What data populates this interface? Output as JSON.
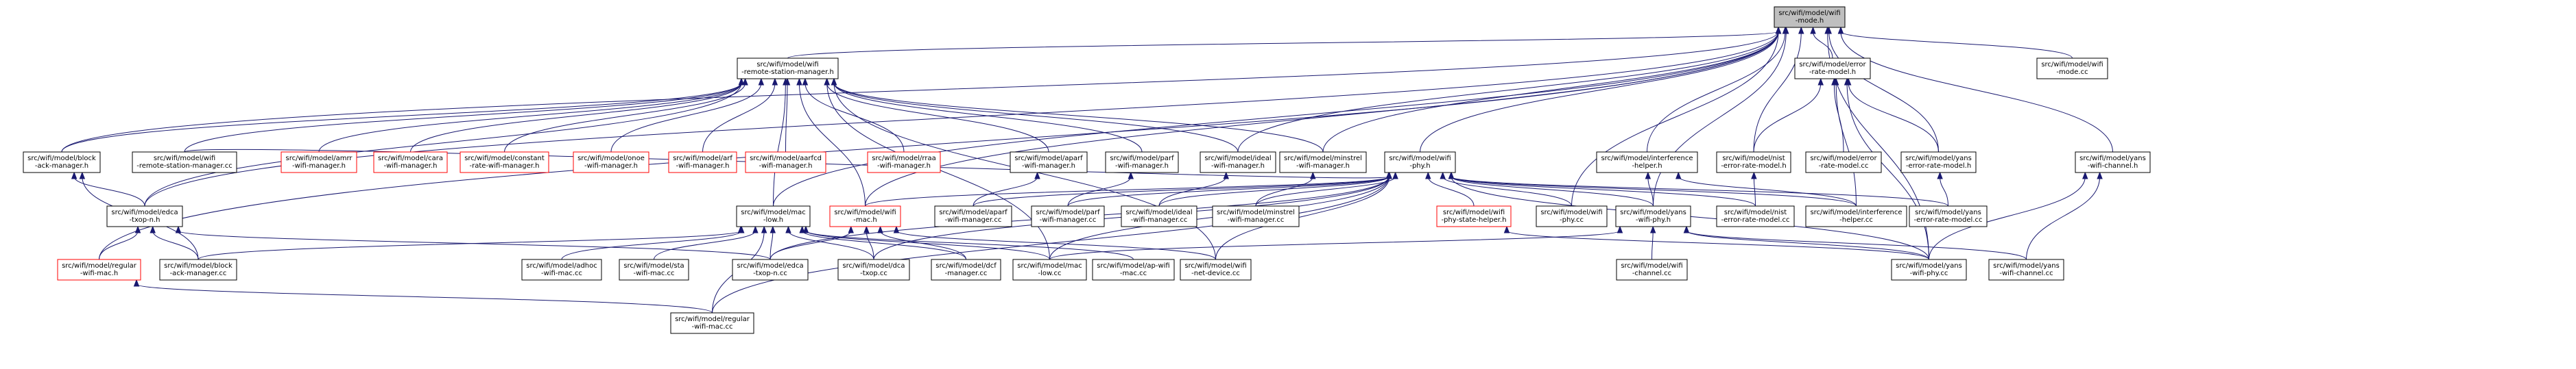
{
  "colors": {
    "edge": "#191970",
    "root_fill": "#bfbfbf",
    "border_normal": "#000000",
    "border_truncated": "#ff0000",
    "node_fill": "#ffffff"
  },
  "nodes": [
    {
      "id": "mode_h",
      "lines": [
        "src/wifi/model/wifi",
        "-mode.h"
      ],
      "root": true
    },
    {
      "id": "rsm_h",
      "lines": [
        "src/wifi/model/wifi",
        "-remote-station-manager.h"
      ]
    },
    {
      "id": "err_h",
      "lines": [
        "src/wifi/model/error",
        "-rate-model.h"
      ]
    },
    {
      "id": "mode_cc",
      "lines": [
        "src/wifi/model/wifi",
        "-mode.cc"
      ]
    },
    {
      "id": "bam_h",
      "lines": [
        "src/wifi/model/block",
        "-ack-manager.h"
      ]
    },
    {
      "id": "rsm_cc",
      "lines": [
        "src/wifi/model/wifi",
        "-remote-station-manager.cc"
      ]
    },
    {
      "id": "amrr_h",
      "lines": [
        "src/wifi/model/amrr",
        "-wifi-manager.h"
      ],
      "truncated": true
    },
    {
      "id": "cara_h",
      "lines": [
        "src/wifi/model/cara",
        "-wifi-manager.h"
      ],
      "truncated": true
    },
    {
      "id": "const_h",
      "lines": [
        "src/wifi/model/constant",
        "-rate-wifi-manager.h"
      ],
      "truncated": true
    },
    {
      "id": "onoe_h",
      "lines": [
        "src/wifi/model/onoe",
        "-wifi-manager.h"
      ],
      "truncated": true
    },
    {
      "id": "arf_h",
      "lines": [
        "src/wifi/model/arf",
        "-wifi-manager.h"
      ],
      "truncated": true
    },
    {
      "id": "aarfcd_h",
      "lines": [
        "src/wifi/model/aarfcd",
        "-wifi-manager.h"
      ],
      "truncated": true
    },
    {
      "id": "rraa_h",
      "lines": [
        "src/wifi/model/rraa",
        "-wifi-manager.h"
      ],
      "truncated": true
    },
    {
      "id": "aparf_h",
      "lines": [
        "src/wifi/model/aparf",
        "-wifi-manager.h"
      ]
    },
    {
      "id": "parf_h",
      "lines": [
        "src/wifi/model/parf",
        "-wifi-manager.h"
      ]
    },
    {
      "id": "ideal_h",
      "lines": [
        "src/wifi/model/ideal",
        "-wifi-manager.h"
      ]
    },
    {
      "id": "minstrel_h",
      "lines": [
        "src/wifi/model/minstrel",
        "-wifi-manager.h"
      ]
    },
    {
      "id": "phy_h",
      "lines": [
        "src/wifi/model/wifi",
        "-phy.h"
      ]
    },
    {
      "id": "interf_h",
      "lines": [
        "src/wifi/model/interference",
        "-helper.h"
      ]
    },
    {
      "id": "nist_h",
      "lines": [
        "src/wifi/model/nist",
        "-error-rate-model.h"
      ]
    },
    {
      "id": "err_cc",
      "lines": [
        "src/wifi/model/error",
        "-rate-model.cc"
      ]
    },
    {
      "id": "yerr_h",
      "lines": [
        "src/wifi/model/yans",
        "-error-rate-model.h"
      ]
    },
    {
      "id": "ych_h",
      "lines": [
        "src/wifi/model/yans",
        "-wifi-channel.h"
      ]
    },
    {
      "id": "edca_h",
      "lines": [
        "src/wifi/model/edca",
        "-txop-n.h"
      ]
    },
    {
      "id": "maclow_h",
      "lines": [
        "src/wifi/model/mac",
        "-low.h"
      ]
    },
    {
      "id": "wmac_h",
      "lines": [
        "src/wifi/model/wifi",
        "-mac.h"
      ],
      "truncated": true
    },
    {
      "id": "aparf_cc",
      "lines": [
        "src/wifi/model/aparf",
        "-wifi-manager.cc"
      ]
    },
    {
      "id": "parf_cc",
      "lines": [
        "src/wifi/model/parf",
        "-wifi-manager.cc"
      ]
    },
    {
      "id": "ideal_cc",
      "lines": [
        "src/wifi/model/ideal",
        "-wifi-manager.cc"
      ]
    },
    {
      "id": "minstrel_cc",
      "lines": [
        "src/wifi/model/minstrel",
        "-wifi-manager.cc"
      ]
    },
    {
      "id": "psh_h",
      "lines": [
        "src/wifi/model/wifi",
        "-phy-state-helper.h"
      ],
      "truncated": true
    },
    {
      "id": "phy_cc",
      "lines": [
        "src/wifi/model/wifi",
        "-phy.cc"
      ]
    },
    {
      "id": "yphy_h",
      "lines": [
        "src/wifi/model/yans",
        "-wifi-phy.h"
      ]
    },
    {
      "id": "nist_cc",
      "lines": [
        "src/wifi/model/nist",
        "-error-rate-model.cc"
      ]
    },
    {
      "id": "interf_cc",
      "lines": [
        "src/wifi/model/interference",
        "-helper.cc"
      ]
    },
    {
      "id": "yerr_cc",
      "lines": [
        "src/wifi/model/yans",
        "-error-rate-model.cc"
      ]
    },
    {
      "id": "regmac_h",
      "lines": [
        "src/wifi/model/regular",
        "-wifi-mac.h"
      ],
      "truncated": true
    },
    {
      "id": "bam_cc",
      "lines": [
        "src/wifi/model/block",
        "-ack-manager.cc"
      ]
    },
    {
      "id": "adhoc_cc",
      "lines": [
        "src/wifi/model/adhoc",
        "-wifi-mac.cc"
      ]
    },
    {
      "id": "sta_cc",
      "lines": [
        "src/wifi/model/sta",
        "-wifi-mac.cc"
      ]
    },
    {
      "id": "edca_cc",
      "lines": [
        "src/wifi/model/edca",
        "-txop-n.cc"
      ]
    },
    {
      "id": "dca_cc",
      "lines": [
        "src/wifi/model/dca",
        "-txop.cc"
      ]
    },
    {
      "id": "dcf_cc",
      "lines": [
        "src/wifi/model/dcf",
        "-manager.cc"
      ]
    },
    {
      "id": "maclow_cc",
      "lines": [
        "src/wifi/model/mac",
        "-low.cc"
      ]
    },
    {
      "id": "ap_cc",
      "lines": [
        "src/wifi/model/ap-wifi",
        "-mac.cc"
      ]
    },
    {
      "id": "netdev_cc",
      "lines": [
        "src/wifi/model/wifi",
        "-net-device.cc"
      ]
    },
    {
      "id": "wch_cc",
      "lines": [
        "src/wifi/model/wifi",
        "-channel.cc"
      ]
    },
    {
      "id": "yphy_cc",
      "lines": [
        "src/wifi/model/yans",
        "-wifi-phy.cc"
      ]
    },
    {
      "id": "ych_cc",
      "lines": [
        "src/wifi/model/yans",
        "-wifi-channel.cc"
      ]
    },
    {
      "id": "regmac_cc",
      "lines": [
        "src/wifi/model/regular",
        "-wifi-mac.cc"
      ]
    }
  ],
  "edges": [
    [
      "mode_h",
      "rsm_h"
    ],
    [
      "mode_h",
      "err_h"
    ],
    [
      "mode_h",
      "mode_cc"
    ],
    [
      "mode_h",
      "bam_h"
    ],
    [
      "mode_h",
      "edca_h"
    ],
    [
      "mode_h",
      "maclow_h"
    ],
    [
      "mode_h",
      "wmac_h"
    ],
    [
      "mode_h",
      "ideal_h"
    ],
    [
      "mode_h",
      "minstrel_h"
    ],
    [
      "mode_h",
      "phy_h"
    ],
    [
      "mode_h",
      "interf_h"
    ],
    [
      "mode_h",
      "nist_h"
    ],
    [
      "mode_h",
      "yerr_h"
    ],
    [
      "mode_h",
      "ych_h"
    ],
    [
      "mode_h",
      "phy_cc"
    ],
    [
      "mode_h",
      "yphy_h"
    ],
    [
      "mode_h",
      "yphy_cc"
    ],
    [
      "mode_h",
      "regmac_h"
    ],
    [
      "rsm_h",
      "bam_h"
    ],
    [
      "rsm_h",
      "rsm_cc"
    ],
    [
      "rsm_h",
      "amrr_h"
    ],
    [
      "rsm_h",
      "cara_h"
    ],
    [
      "rsm_h",
      "const_h"
    ],
    [
      "rsm_h",
      "onoe_h"
    ],
    [
      "rsm_h",
      "arf_h"
    ],
    [
      "rsm_h",
      "aarfcd_h"
    ],
    [
      "rsm_h",
      "rraa_h"
    ],
    [
      "rsm_h",
      "aparf_h"
    ],
    [
      "rsm_h",
      "parf_h"
    ],
    [
      "rsm_h",
      "ideal_h"
    ],
    [
      "rsm_h",
      "minstrel_h"
    ],
    [
      "rsm_h",
      "maclow_h"
    ],
    [
      "rsm_h",
      "wmac_h"
    ],
    [
      "rsm_h",
      "edca_h"
    ],
    [
      "rsm_h",
      "netdev_cc"
    ],
    [
      "rsm_h",
      "maclow_cc"
    ],
    [
      "err_h",
      "nist_h"
    ],
    [
      "err_h",
      "err_cc"
    ],
    [
      "err_h",
      "yerr_h"
    ],
    [
      "err_h",
      "interf_cc"
    ],
    [
      "err_h",
      "yphy_cc"
    ],
    [
      "bam_h",
      "edca_h"
    ],
    [
      "bam_h",
      "bam_cc"
    ],
    [
      "aparf_h",
      "aparf_cc"
    ],
    [
      "parf_h",
      "parf_cc"
    ],
    [
      "ideal_h",
      "ideal_cc"
    ],
    [
      "minstrel_h",
      "minstrel_cc"
    ],
    [
      "phy_h",
      "aparf_cc"
    ],
    [
      "phy_h",
      "parf_cc"
    ],
    [
      "phy_h",
      "ideal_cc"
    ],
    [
      "phy_h",
      "minstrel_cc"
    ],
    [
      "phy_h",
      "psh_h"
    ],
    [
      "phy_h",
      "phy_cc"
    ],
    [
      "phy_h",
      "yphy_h"
    ],
    [
      "phy_h",
      "nist_cc"
    ],
    [
      "phy_h",
      "interf_cc"
    ],
    [
      "phy_h",
      "yerr_cc"
    ],
    [
      "phy_h",
      "wmac_h"
    ],
    [
      "phy_h",
      "edca_cc"
    ],
    [
      "phy_h",
      "dca_cc"
    ],
    [
      "phy_h",
      "maclow_cc"
    ],
    [
      "phy_h",
      "netdev_cc"
    ],
    [
      "phy_h",
      "regmac_cc"
    ],
    [
      "phy_h",
      "rsm_cc"
    ],
    [
      "phy_h",
      "yphy_cc"
    ],
    [
      "interf_h",
      "yphy_h"
    ],
    [
      "interf_h",
      "interf_cc"
    ],
    [
      "nist_h",
      "nist_cc"
    ],
    [
      "yerr_h",
      "yerr_cc"
    ],
    [
      "ych_h",
      "yphy_cc"
    ],
    [
      "ych_h",
      "ych_cc"
    ],
    [
      "edca_h",
      "regmac_h"
    ],
    [
      "edca_h",
      "bam_cc"
    ],
    [
      "edca_h",
      "edca_cc"
    ],
    [
      "maclow_h",
      "bam_cc"
    ],
    [
      "maclow_h",
      "adhoc_cc"
    ],
    [
      "maclow_h",
      "sta_cc"
    ],
    [
      "maclow_h",
      "edca_cc"
    ],
    [
      "maclow_h",
      "dca_cc"
    ],
    [
      "maclow_h",
      "dcf_cc"
    ],
    [
      "maclow_h",
      "maclow_cc"
    ],
    [
      "maclow_h",
      "ap_cc"
    ],
    [
      "maclow_h",
      "regmac_cc"
    ],
    [
      "wmac_h",
      "edca_cc"
    ],
    [
      "wmac_h",
      "dca_cc"
    ],
    [
      "wmac_h",
      "dcf_cc"
    ],
    [
      "wmac_h",
      "netdev_cc"
    ],
    [
      "psh_h",
      "yphy_cc"
    ],
    [
      "yphy_h",
      "wch_cc"
    ],
    [
      "yphy_h",
      "yphy_cc"
    ],
    [
      "yphy_h",
      "ych_cc"
    ],
    [
      "yphy_h",
      "maclow_cc"
    ],
    [
      "regmac_h",
      "regmac_cc"
    ]
  ]
}
